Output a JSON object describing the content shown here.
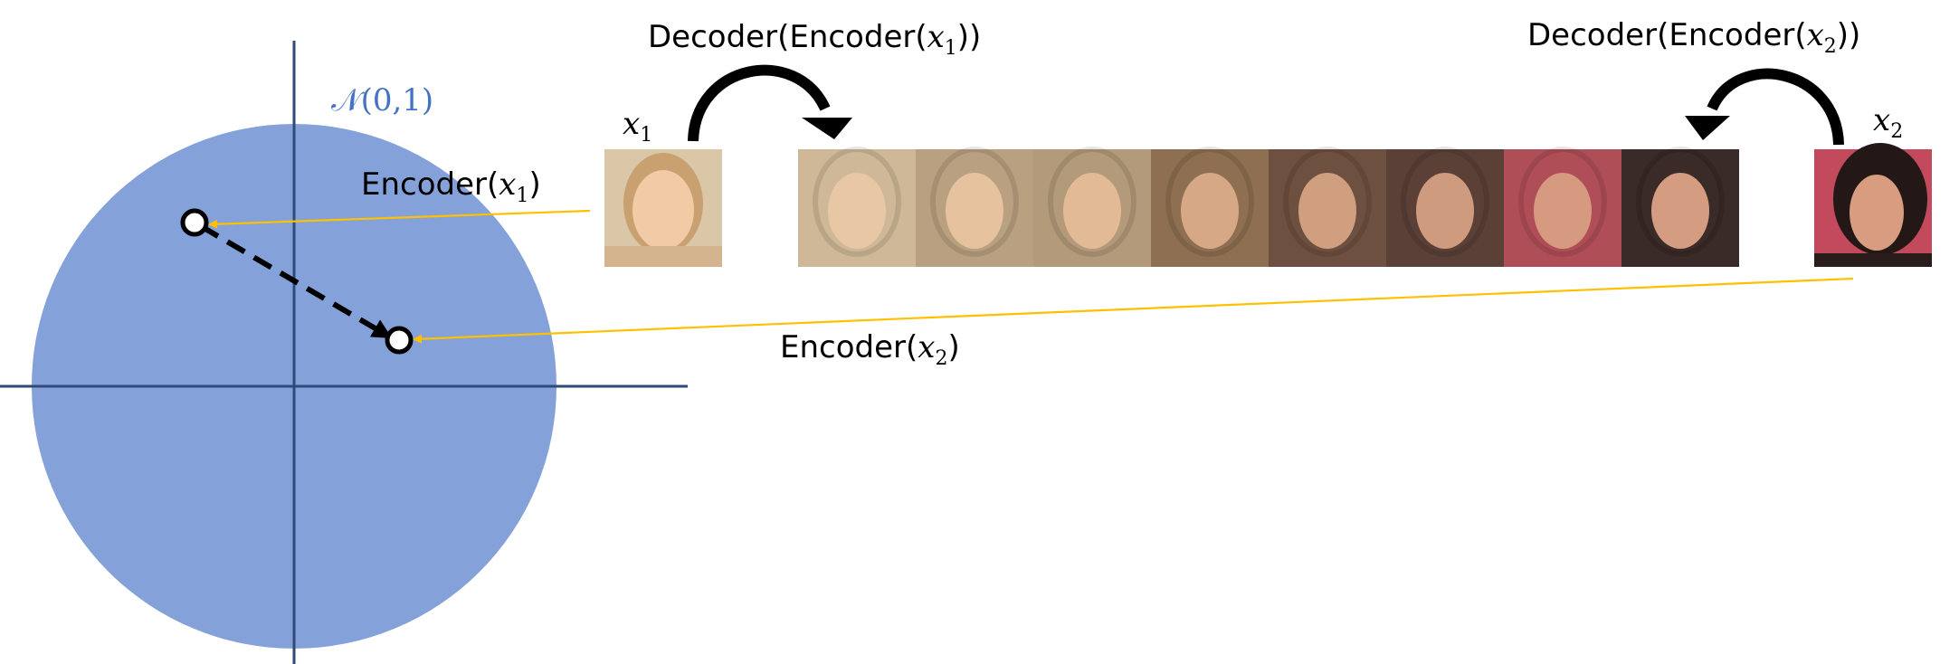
{
  "distribution_label": "𝒩(0,1)",
  "encoder_x1": {
    "prefix": "Encoder(",
    "var": "x",
    "sub": "1",
    "suffix": ")"
  },
  "encoder_x2": {
    "prefix": "Encoder(",
    "var": "x",
    "sub": "2",
    "suffix": ")"
  },
  "decoder_x1": {
    "prefix": "Decoder(Encoder(",
    "var": "x",
    "sub": "1",
    "suffix": "))"
  },
  "decoder_x2": {
    "prefix": "Decoder(Encoder(",
    "var": "x",
    "sub": "2",
    "suffix": "))"
  },
  "x1_label": {
    "var": "x",
    "sub": "1"
  },
  "x2_label": {
    "var": "x",
    "sub": "2"
  },
  "colors": {
    "latent_disk": "#84A2D9",
    "axis": "#2F4A7A",
    "encoder_arrow": "#FFC000",
    "distribution_text": "#4472C4",
    "face_x1": [
      "#d9c7a8",
      "#f1d9b3",
      "#b58f62",
      "#e9b78f"
    ],
    "interpolation": [
      [
        "#cfb898",
        "#e8c8a4"
      ],
      [
        "#b9a080",
        "#e6c29e"
      ],
      [
        "#b39a7a",
        "#e2bb96"
      ],
      [
        "#8e6f52",
        "#d6a886"
      ],
      [
        "#6e5040",
        "#cf9f80"
      ],
      [
        "#5a4036",
        "#cf9b7e"
      ],
      [
        "#b04e57",
        "#d59a7f"
      ],
      [
        "#3a2a28",
        "#d49c80"
      ]
    ],
    "face_x2": [
      "#c34a5c",
      "#d89d80",
      "#231816",
      "#b83a4e"
    ]
  }
}
